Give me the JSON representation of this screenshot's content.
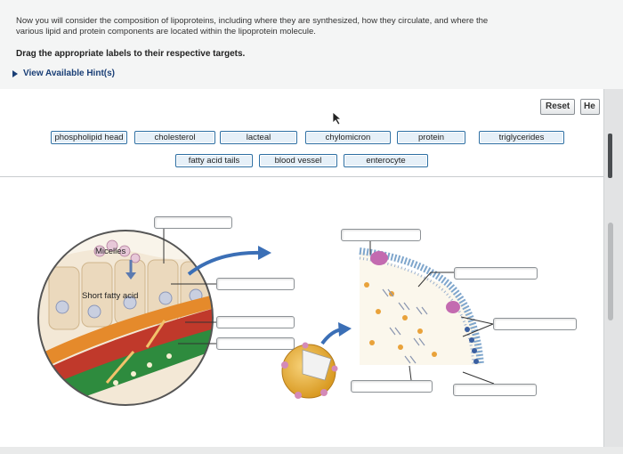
{
  "instructions": {
    "line1": "Now you will consider the composition of lipoproteins, including where they are synthesized, how they circulate, and where the",
    "line2": "various lipid and protein components are located within the lipoprotein molecule.",
    "task": "Drag the appropriate labels to their respective targets.",
    "hints_label": "View Available Hint(s)"
  },
  "toolbar": {
    "reset_label": "Reset",
    "help_label": "He"
  },
  "label_bank": [
    "phospholipid head",
    "cholesterol",
    "lacteal",
    "chylomicron",
    "protein",
    "triglycerides",
    "fatty acid tails",
    "blood vessel",
    "enterocyte"
  ],
  "diagram_text": {
    "micelles": "Micelles",
    "short_fatty_acid": "Short fatty acid"
  },
  "colors": {
    "chip_border": "#2d6fa3",
    "chip_fill": "#e6f0f8",
    "arrow_blue": "#3b6fb6",
    "hint_text": "#1a3f76"
  }
}
